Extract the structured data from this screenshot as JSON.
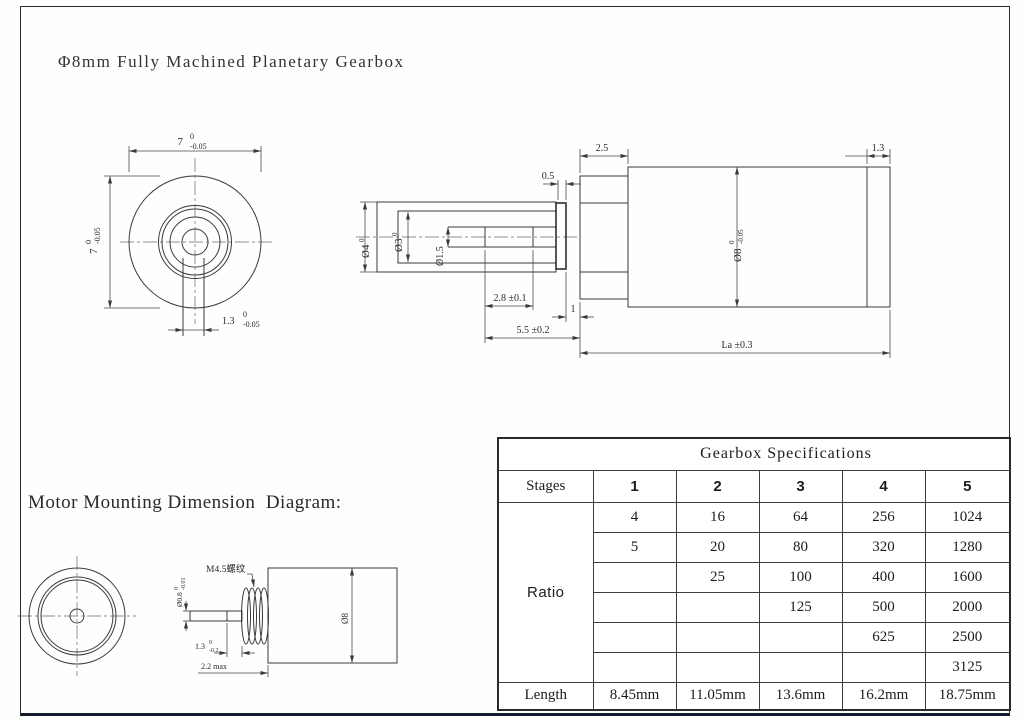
{
  "title": "Φ8mm Fully Machined Planetary Gearbox",
  "front_view": {
    "dim_w": "7",
    "dim_w_tol_0": "0",
    "dim_w_tol_1": "-0.05",
    "dim_h": "7",
    "dim_h_tol_0": "0",
    "dim_h_tol_1": "-0.05",
    "dim_shaft": "1.3",
    "dim_shaft_tol_0": "0",
    "dim_shaft_tol_1": "-0.05"
  },
  "side_view": {
    "dia_housing": "Ø4",
    "dia_housing_tol": "0",
    "dia_mid": "Ø3",
    "dia_mid_tol": "0",
    "dia_bore": "Ø1.5",
    "flange_len": "0.5",
    "front_len": "2.5",
    "cap_len": "1.3",
    "dia_body": "Ø8",
    "dia_body_tol_0": "0",
    "dia_body_tol_1": "-0.05",
    "bore_depth": "2.8 ±0.1",
    "shaft_len": "5.5 ±0.2",
    "pilot_len": "1",
    "total_len": "La ±0.3"
  },
  "mounting": {
    "heading": "Motor Mounting Dimension  Diagram:",
    "thread_label": "M4.5螺纹",
    "dia_shaft": "Ø0.8",
    "dia_shaft_tol_0": "0",
    "dia_shaft_tol_1": "-0.01",
    "step_len": "1.3",
    "step_tol_0": "0",
    "step_tol_1": "-0.2",
    "thread_len": "2.2 max",
    "dia_body": "Ø8"
  },
  "table": {
    "title": "Gearbox Specifications",
    "stages_label": "Stages",
    "stages": [
      "1",
      "2",
      "3",
      "4",
      "5"
    ],
    "ratio_label": "Ratio",
    "ratio_rows": [
      [
        "4",
        "16",
        "64",
        "256",
        "1024"
      ],
      [
        "5",
        "20",
        "80",
        "320",
        "1280"
      ],
      [
        "",
        "25",
        "100",
        "400",
        "1600"
      ],
      [
        "",
        "",
        "125",
        "500",
        "2000"
      ],
      [
        "",
        "",
        "",
        "625",
        "2500"
      ],
      [
        "",
        "",
        "",
        "",
        "3125"
      ]
    ],
    "length_label": "Length",
    "lengths": [
      "8.45mm",
      "11.05mm",
      "13.6mm",
      "16.2mm",
      "18.75mm"
    ]
  }
}
